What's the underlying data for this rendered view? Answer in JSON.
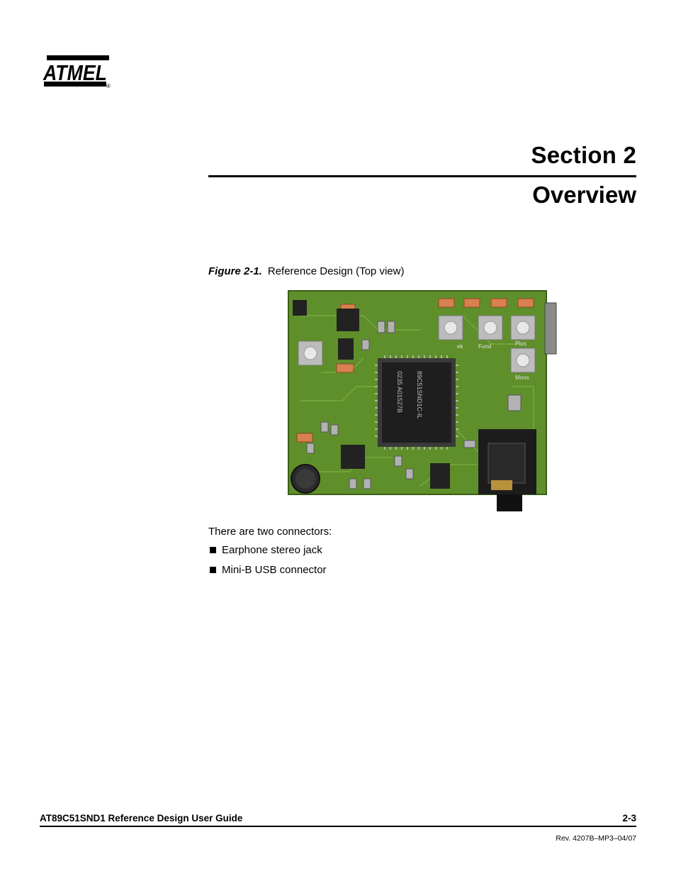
{
  "header": {
    "logo_text": "ATMEL",
    "logo_mark": "®"
  },
  "title": {
    "section": "Section 2",
    "overview": "Overview"
  },
  "figure": {
    "label": "Figure 2-1.",
    "caption": "Reference Design  (Top view)",
    "chip_text_1": "89C51SND1C-IL",
    "chip_text_2": "0235  A01527B",
    "button_label_1": "ek",
    "button_label_2": "Fund",
    "button_label_3": "Plus",
    "button_label_4": "Mons"
  },
  "body": {
    "intro": "There are two connectors:",
    "bullets": [
      "Earphone stereo jack",
      "Mini-B USB connector"
    ]
  },
  "footer": {
    "doc_title": "AT89C51SND1 Reference Design User Guide",
    "page_number": "2-3",
    "revision": "Rev. 4207B–MP3–04/07"
  },
  "colors": {
    "pcb_green": "#5f8f2a",
    "pcb_dark": "#2e4a12",
    "chip_black": "#1e1e1e",
    "pad_orange": "#d98050"
  }
}
